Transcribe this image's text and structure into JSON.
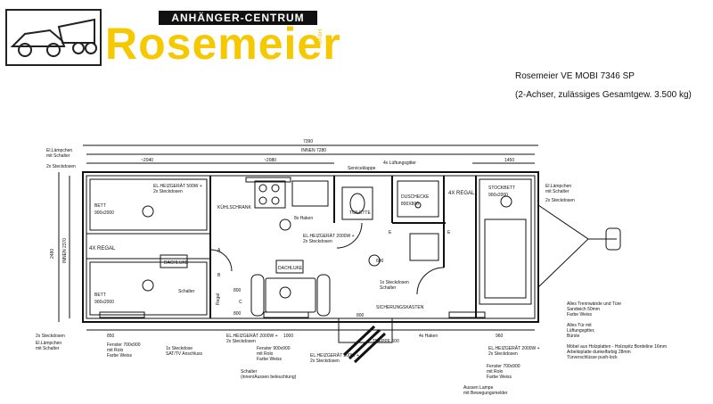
{
  "header": {
    "banner_text": "ANHÄNGER-CENTRUM",
    "brand_name": "Rosemeier",
    "brand_suffix": "GmbH",
    "model": "Rosemeier VE MOBI 7346 SP",
    "spec": "(2-Achser, zulässiges Gesamtgew. 3.500 kg)"
  },
  "plan": {
    "dims": {
      "total_length": "7390",
      "inner_length": "INNEN 7280",
      "seg1": "~2040",
      "seg2": "~2080",
      "seg3": "1450",
      "height": "2480",
      "inner_height": "INNEN 2370",
      "w850": "850",
      "w800a": "800",
      "w800b": "800",
      "w1000": "1000",
      "w960": "960",
      "w600": "600",
      "w800c": "800"
    },
    "labels": {
      "lamp_top_1": "El.Lämpchen",
      "lamp_top_2": "mit Schalter",
      "sockets_top": "2x Steckdosen",
      "ventilation": "4x Lüftungsgitter",
      "service_flap": "Serviceklappe",
      "heater_top": "EL.HEIZGERÄT 500W +",
      "heater_top_2": "2x Steckdosen",
      "fridge": "KÜHLSCHRANK",
      "hooks_top": "8x Haken",
      "sink_toilet": "TOILETTE",
      "shower_1": "DUSCHECKE",
      "shower_2": "800X800",
      "regal_right": "4X REGAL",
      "bunk_1": "STOCKBETT",
      "bunk_2": "900x2000",
      "lamp_right_1": "El.Lämpchen",
      "lamp_right_2": "mit Schalter",
      "sockets_right": "2x Steckdosen",
      "bed_top_1": "BETT",
      "bed_top_2": "900x2000",
      "regal_left": "4X REGAL",
      "roof_hatch_left": "DACHLUKE",
      "bed_bottom_1": "BETT",
      "bed_bottom_2": "900x2000",
      "switch_left": "Schalter",
      "shelf": "Regal",
      "heater_mid": "EL.HEIZGERÄT 2000W +",
      "heater_mid_2": "2x Steckdosen",
      "roof_hatch_mid": "DACHLUKE",
      "sockets_mid": "1x Steckdosen",
      "switch_mid": "Schalter",
      "fuse_box": "SICHERUNGSKASTEN",
      "stairs": "TREPPE 600",
      "hooks_bottom": "4x Haken",
      "heater_bottom_right": "EL.HEIZGERÄT 2000W +",
      "heater_bottom_right_2": "2x Steckdosen",
      "lamp_bl_1": "2x Steckdosen",
      "lamp_bl_2": "El.Lämpchen",
      "lamp_bl_3": "mit Schalter",
      "window_bl_1": "Fenster 700x900",
      "window_bl_2": "mit Rolo",
      "window_bl_3": "Farbe Weiss",
      "sat_1": "1x Steckdose",
      "sat_2": "SAT/TV Anschluss",
      "heater_bl": "EL.HEIZGERÄT 2000W +",
      "heater_bl_2": "2x Steckdosen",
      "window_bm_1": "Fenster 900x900",
      "window_bm_2": "mit Rolo",
      "window_bm_3": "Farbe Weiss",
      "heater_bm": "EL.HEIZGERÄT 500W +",
      "heater_bm_2": "2x Steckdosen",
      "switch_bottom": "Schalter",
      "switch_bottom_2": "(innen/Aussen beleuchtung)",
      "window_br_1": "Fenster 700x900",
      "window_br_2": "mit Rolo",
      "window_br_3": "Farbe Weiss",
      "lamp_br_1": "Aussen Lampe",
      "lamp_br_2": "mit Bewegungsmelder",
      "note_1": "Alles Trennwände und Türe",
      "note_2": "Sandwich 50mm",
      "note_3": "Farbe Weiss",
      "note_4": "Alles Tür mit",
      "note_5": "Lüftungsgitter,",
      "note_6": "Bürste",
      "note_7": "Möbel aus Holzplatten - Holzspitz Bordeline 16mm",
      "note_8": "Arbeitsplatte dunkelfarbig 28mm",
      "note_9": "Türverschlüsse push-lock",
      "letter_a": "A",
      "letter_b": "B",
      "letter_c": "C",
      "letter_e": "E",
      "letter_e2": "E"
    }
  }
}
